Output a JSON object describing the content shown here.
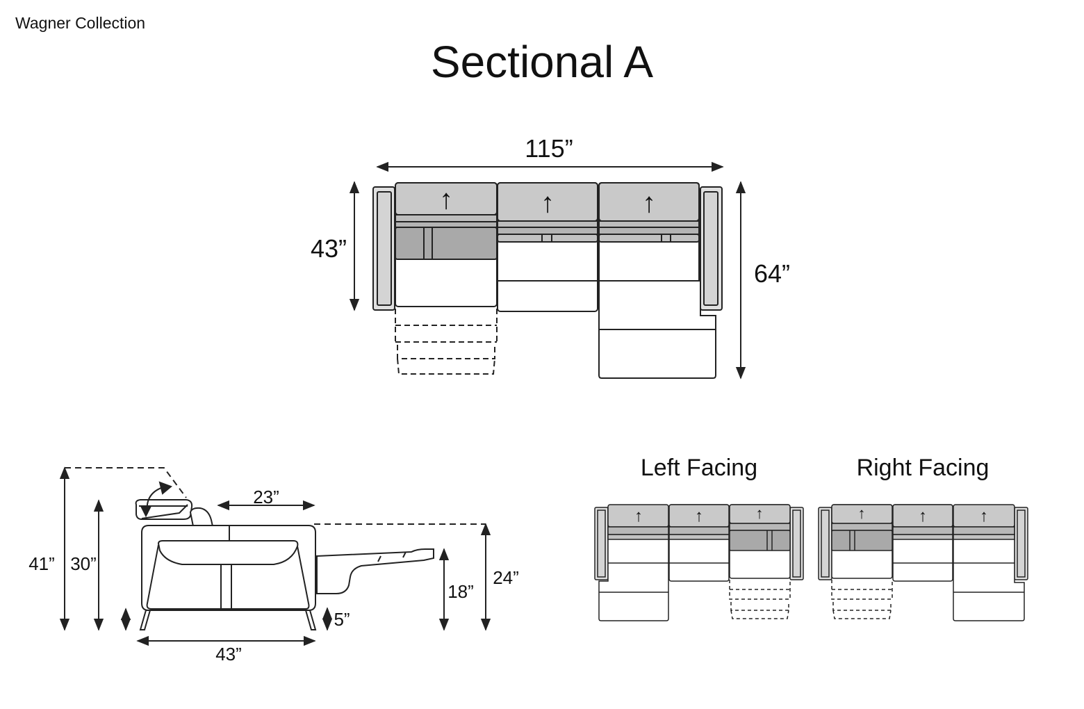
{
  "brand": "Wagner Collection",
  "title": "Sectional A",
  "top_view": {
    "width_label": "115”",
    "depth_label": "43”",
    "chaise_depth_label": "64”",
    "arrow_glyph": "↑"
  },
  "side_view": {
    "height_reclined_label": "41”",
    "height_label": "30”",
    "seat_depth_label": "23”",
    "leg_height_label": "5”",
    "seat_height_label": "18”",
    "footrest_height_label": "24”",
    "depth_label": "43”"
  },
  "configurations": {
    "left_label": "Left Facing",
    "right_label": "Right Facing"
  },
  "colors": {
    "line": "#222222",
    "cushion": "#c9c9c9",
    "dark_cushion": "#a9a9a9",
    "arm": "#e0e0e0"
  }
}
